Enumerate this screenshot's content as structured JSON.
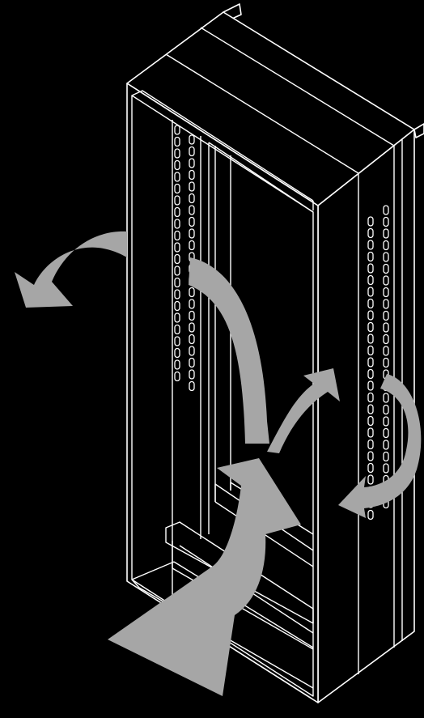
{
  "diagram": {
    "subject": "rack-cabinet-airflow",
    "background_color": "#000000",
    "line_color": "#ffffff",
    "arrow_color": "#a6a6a6",
    "arrows": [
      {
        "name": "intake-arrow",
        "direction": "in"
      },
      {
        "name": "exhaust-arrow-left",
        "direction": "out"
      },
      {
        "name": "exhaust-arrow-right",
        "direction": "out"
      },
      {
        "name": "internal-recirculation-arrow",
        "direction": "internal"
      }
    ]
  }
}
